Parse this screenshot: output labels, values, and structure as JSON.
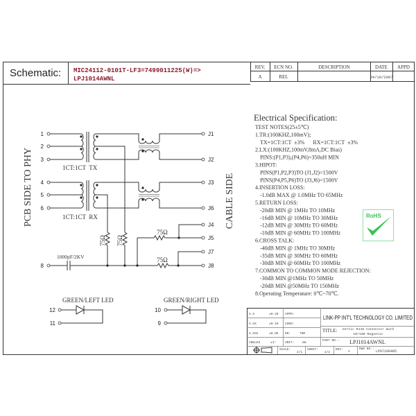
{
  "header": {
    "label": "Schematic:",
    "part_line1": "MIC24112-0101T-LF3=7499011225(W)=>",
    "part_line2": "LPJ1014AWNL",
    "rev_table": {
      "headers": [
        "REV.",
        "ECN NO.",
        "DESCRIPTION",
        "DATE",
        "APPD"
      ],
      "row": [
        "A",
        "REL",
        "",
        "04/10/2007",
        ""
      ]
    }
  },
  "schematic": {
    "pcb_side_label": "PCB SIDE TO PHY",
    "cable_side_label": "CABLE SIDE",
    "tx_label": "1CT:1CT  TX",
    "rx_label": "1CT:1CT  RX",
    "left_pins": [
      "1",
      "2",
      "3",
      "4",
      "5",
      "6",
      "8"
    ],
    "right_pins": [
      "J1",
      "J2",
      "J3",
      "J6",
      "J4",
      "J5",
      "J7",
      "J8"
    ],
    "capacitor_label": "1000pF/2KV",
    "resistor_label": "75Ω",
    "left_led": {
      "label": "GREEN/LEFT LED",
      "pins": [
        "12",
        "11"
      ]
    },
    "right_led": {
      "label": "GREEN/RIGHT LED",
      "pins": [
        "10",
        "9"
      ]
    }
  },
  "spec": {
    "title": "Electrical Specification:",
    "lines": [
      {
        "text": "TEST NOTES(25±5℃)",
        "indent": 0
      },
      {
        "text": "1.TR:(100KHZ,100mV);",
        "indent": 0
      },
      {
        "text": "TX=1CT:1CT  ±3%      RX=1CT:1CT  ±3%",
        "indent": 1
      },
      {
        "text": "2.LX:(100KHZ,100mV,8mA,DC Bias)",
        "indent": 0
      },
      {
        "text": "PINS:(P1,P3),(P4,P6)=350uH MIN",
        "indent": 1
      },
      {
        "text": "3.HIPOT:",
        "indent": 0
      },
      {
        "text": "PINS(P1,P2,P3)TO (J1,J2)=1500V",
        "indent": 1
      },
      {
        "text": "PINS(P4,P5,P6)TO (J3,J6)=1500V",
        "indent": 1
      },
      {
        "text": "4.INSERTION LOSS:",
        "indent": 0
      },
      {
        "text": "-1.0dB MAX @ 1.0MHz TO 65MHz",
        "indent": 1
      },
      {
        "text": "5.RETURN LOSS:",
        "indent": 0
      },
      {
        "text": "-20dB MIN @ 1MHz TO 10MHz",
        "indent": 1
      },
      {
        "text": "-16dB MIN @ 10MHz TO 30MHz",
        "indent": 1
      },
      {
        "text": "-12dB MIN @ 30MHz TO 60MHz",
        "indent": 1
      },
      {
        "text": "-10dB MIN @ 60MHz TO 100MHz",
        "indent": 1
      },
      {
        "text": "6.CROSS TALK:",
        "indent": 0
      },
      {
        "text": "-40dB MIN @ 1MHz TO 30MHz",
        "indent": 1
      },
      {
        "text": "-35dB MIN @ 30MHz TO 60MHz",
        "indent": 1
      },
      {
        "text": "-30dB MIN @ 60MHz TO 100MHz",
        "indent": 1
      },
      {
        "text": "7.COMMON TO COMMON MODE REJECTION:",
        "indent": 0
      },
      {
        "text": "-30dB MIN @1MHz TO 50MHz",
        "indent": 1
      },
      {
        "text": "-20dB MIN @50MHz TO 150MHz",
        "indent": 1
      },
      {
        "text": "8.Operating Temperature: 0℃~70℃.",
        "indent": 0
      }
    ]
  },
  "rohs": {
    "label": "RoHS",
    "color": "#3cc25a"
  },
  "title_block": {
    "tolerances": [
      [
        "X.X",
        "±0.20"
      ],
      [
        "X.XX",
        "±0.10"
      ],
      [
        "X.XXX",
        "±0.05"
      ],
      [
        "ANGLES",
        "±1°"
      ]
    ],
    "appr": "APPR:",
    "chkd": "CHKD:",
    "dr": "DR:",
    "dr_value": "TOM",
    "unit": "UNIT:",
    "unit_value": "mm",
    "company": "LINK-PP INT'L TECHNOLOGY CO. LIMITED",
    "title_label": "TITLE:",
    "title_line1": "Vertic RJ45 Connector With",
    "title_line2": "10/100 Magnetic",
    "part_no_label": "PART NO.:",
    "part_no": "LPJ1014AWNL",
    "scale_label": "SCALE:",
    "scale": "2/1",
    "sheet_label": "SHEET:",
    "sheet": "2/2",
    "rev_label": "REV:",
    "rev": "A",
    "dwg_label": "DWG NO.:",
    "dwg_no": "LP07100405"
  }
}
